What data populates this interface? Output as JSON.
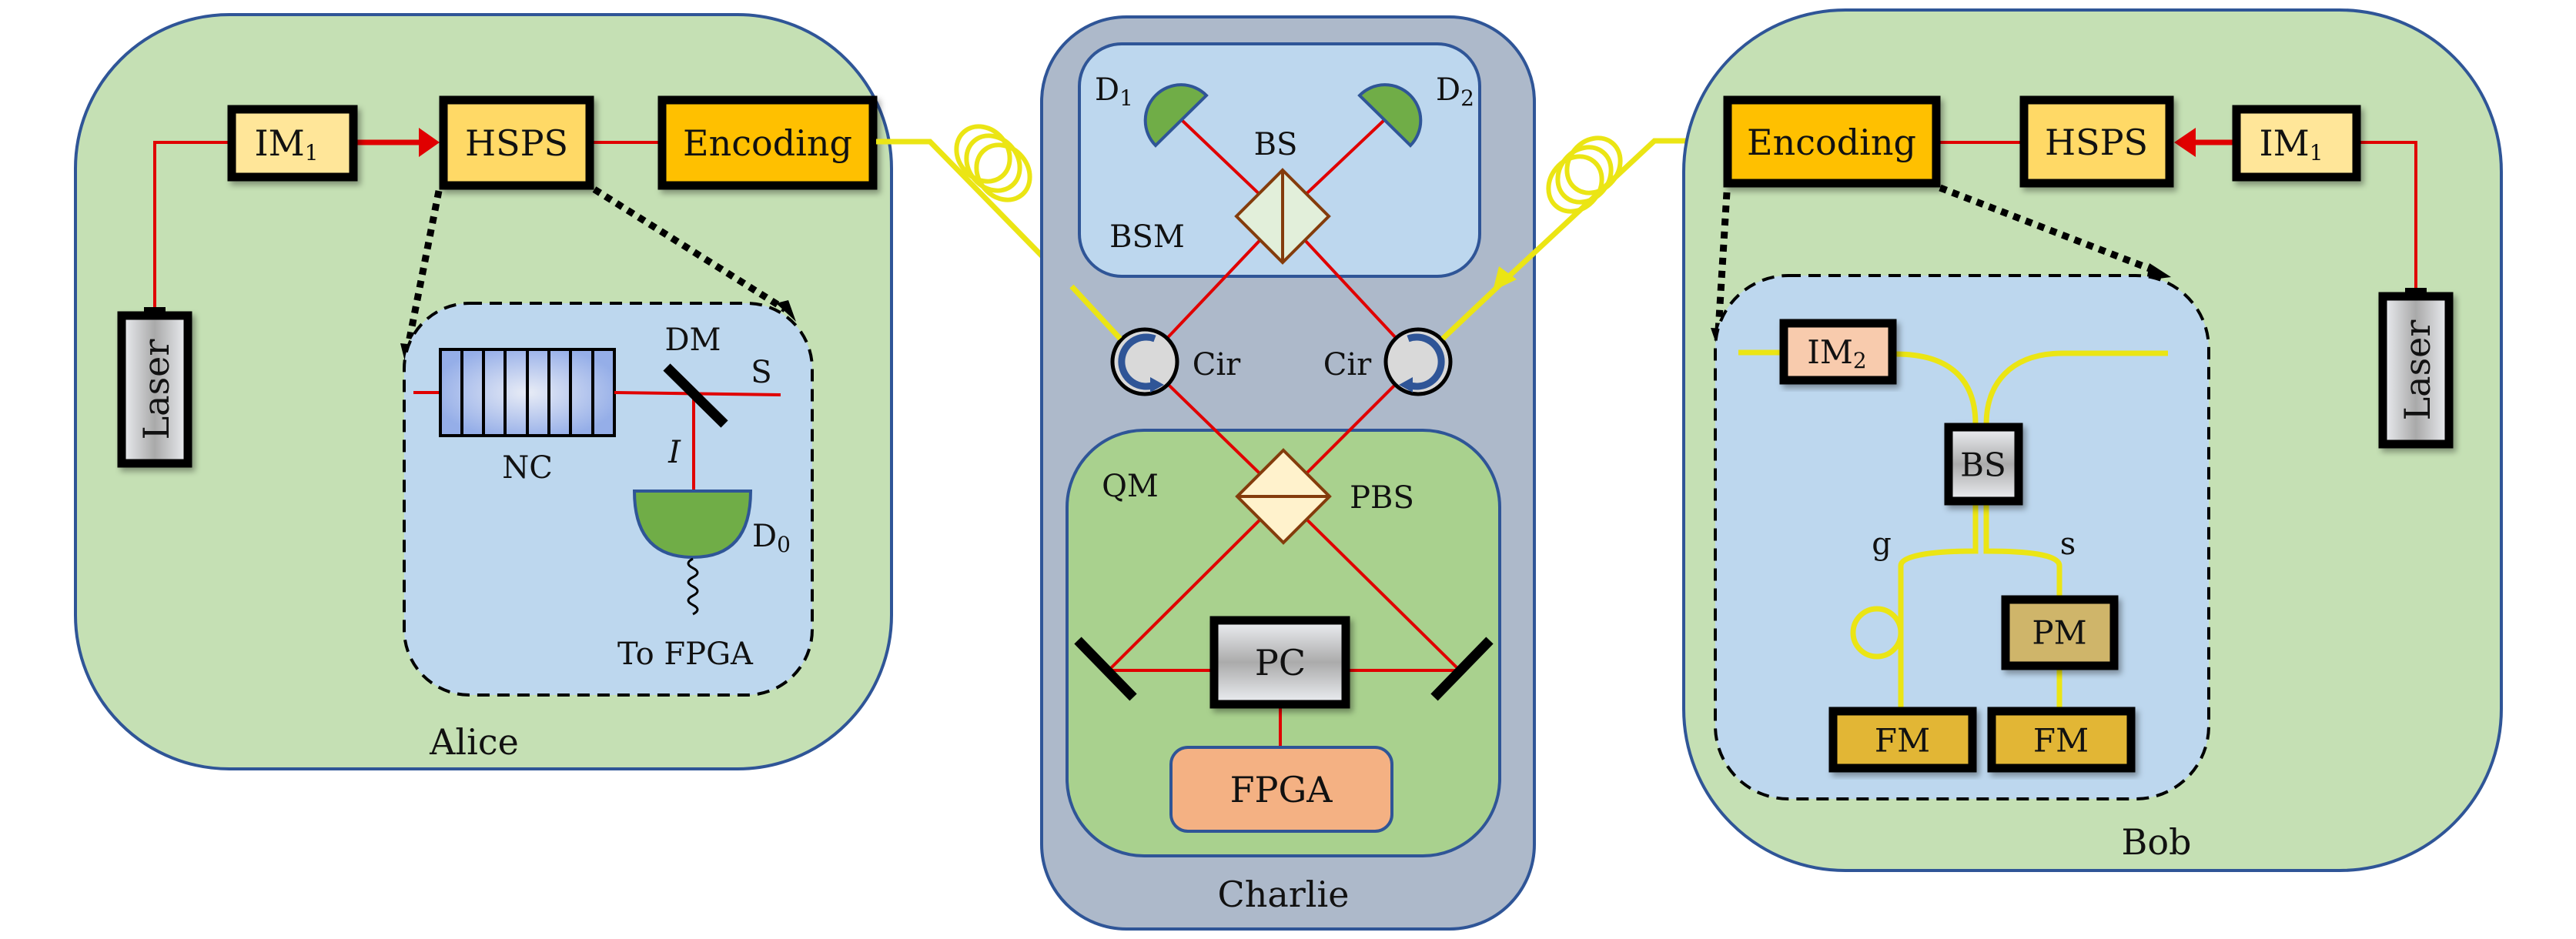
{
  "figure": {
    "description": "Schematic of a heralded-single-photon-source MDI-QKD setup with Alice, Charlie and Bob",
    "colors": {
      "party_fill": "#c5e0b4",
      "charlie_fill": "#adb9ca",
      "inner_fill": "#bdd7ee",
      "qm_fill": "#a9d18e",
      "beam": "#e00000",
      "fiber": "#ebe514",
      "border": "#2f5597"
    }
  },
  "alice": {
    "title": "Alice",
    "laser": "Laser",
    "im": {
      "main": "IM",
      "sub": "1"
    },
    "hsps": "HSPS",
    "encoding": "Encoding",
    "detail": {
      "crystal": "NC",
      "mirror": "DM",
      "signal": "S",
      "idler": "I",
      "detector": {
        "main": "D",
        "sub": "0"
      },
      "output": "To FPGA"
    }
  },
  "charlie": {
    "title": "Charlie",
    "bsm": {
      "title": "BSM",
      "beam_splitter": "BS",
      "detector_left": {
        "main": "D",
        "sub": "1"
      },
      "detector_right": {
        "main": "D",
        "sub": "2"
      }
    },
    "circulator_left": "Cir",
    "circulator_right": "Cir",
    "qm": {
      "title": "QM",
      "pbs": "PBS",
      "pc": "PC",
      "fpga": "FPGA"
    }
  },
  "bob": {
    "title": "Bob",
    "laser": "Laser",
    "im": {
      "main": "IM",
      "sub": "1"
    },
    "hsps": "HSPS",
    "encoding": "Encoding",
    "detail": {
      "im2": {
        "main": "IM",
        "sub": "2"
      },
      "beam_splitter": "BS",
      "arm_g": "g",
      "arm_s": "s",
      "pm": "PM",
      "fm_left": "FM",
      "fm_right": "FM"
    }
  }
}
